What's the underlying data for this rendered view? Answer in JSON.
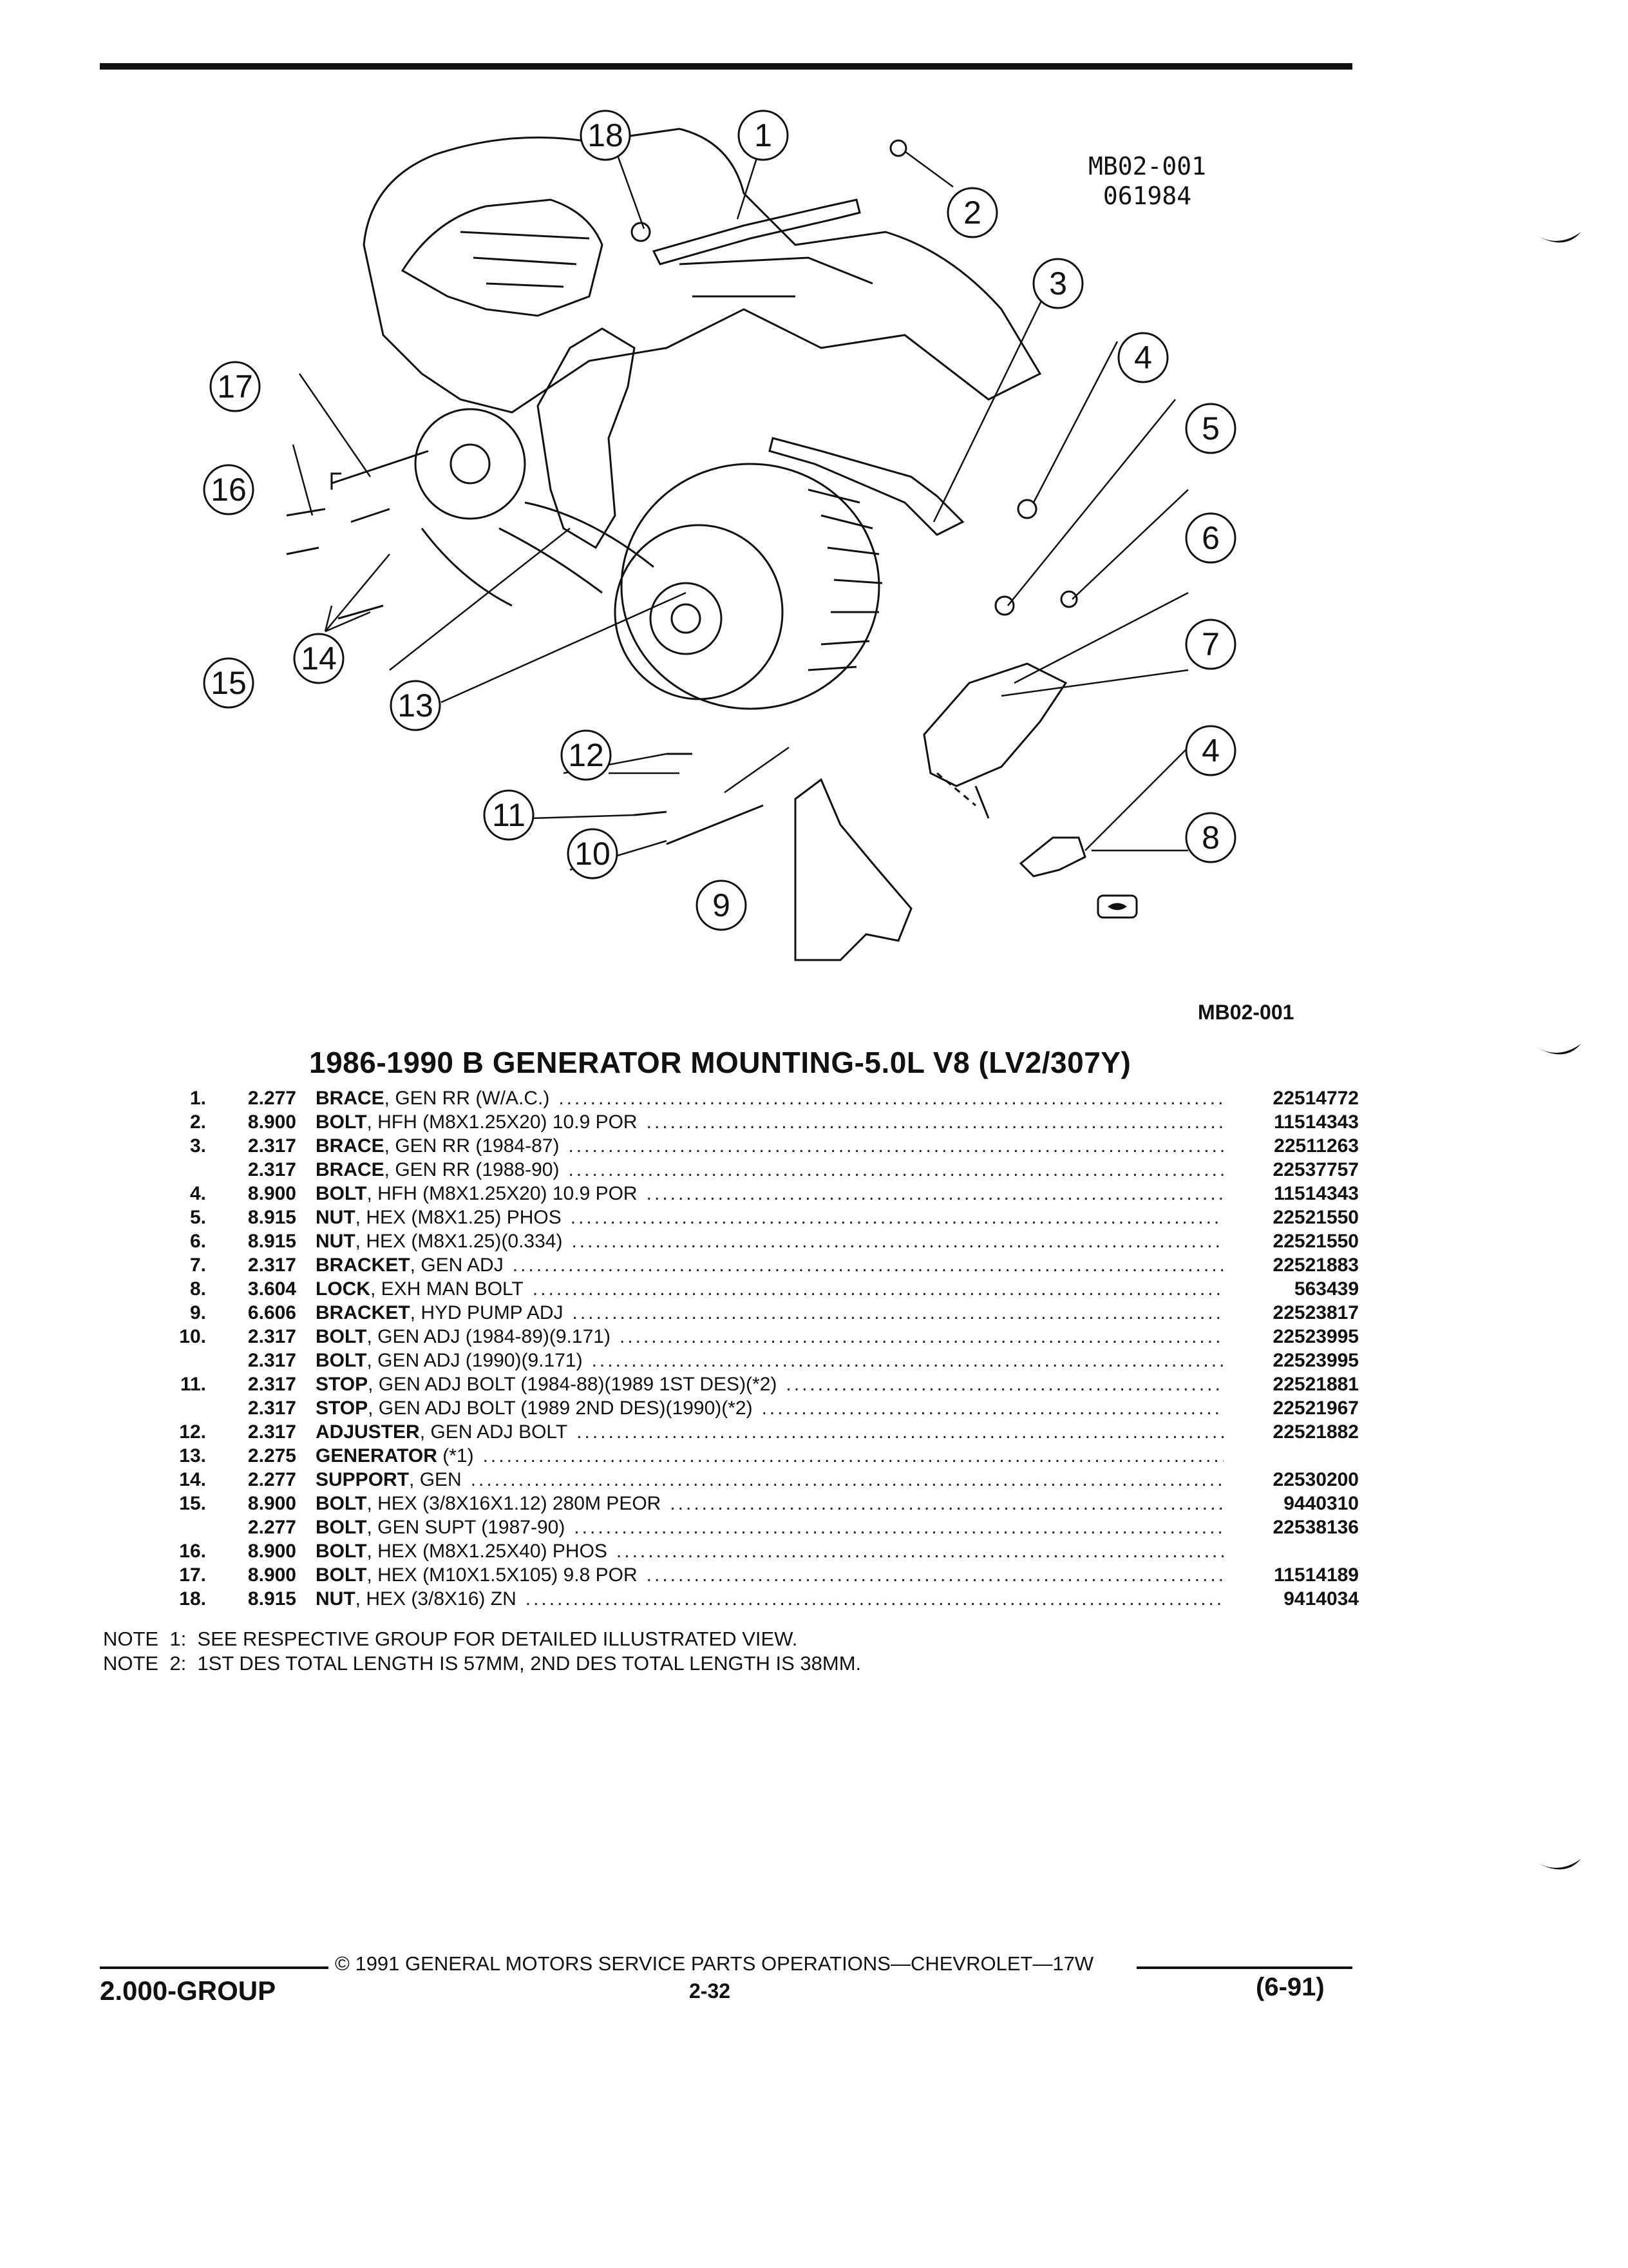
{
  "figure": {
    "id_line1": "MB02-001",
    "id_line2": "061984",
    "ref": "MB02-001",
    "callouts": [
      "1",
      "2",
      "3",
      "4",
      "5",
      "6",
      "7",
      "4",
      "8",
      "9",
      "10",
      "11",
      "12",
      "13",
      "14",
      "15",
      "16",
      "17",
      "18"
    ]
  },
  "title": "1986-1990 B GENERATOR MOUNTING-5.0L V8 (LV2/307Y)",
  "parts": [
    {
      "num": "1.",
      "group": "2.277",
      "name": "BRACE",
      "desc": ", GEN RR (W/A.C.)",
      "pn": "22514772"
    },
    {
      "num": "2.",
      "group": "8.900",
      "name": "BOLT",
      "desc": ", HFH (M8X1.25X20) 10.9 POR",
      "pn": "11514343"
    },
    {
      "num": "3.",
      "group": "2.317",
      "name": "BRACE",
      "desc": ", GEN RR (1984-87)",
      "pn": "22511263"
    },
    {
      "num": "",
      "group": "2.317",
      "name": "BRACE",
      "desc": ", GEN RR (1988-90)",
      "pn": "22537757"
    },
    {
      "num": "4.",
      "group": "8.900",
      "name": "BOLT",
      "desc": ", HFH (M8X1.25X20) 10.9 POR",
      "pn": "11514343"
    },
    {
      "num": "5.",
      "group": "8.915",
      "name": "NUT",
      "desc": ", HEX (M8X1.25) PHOS",
      "pn": "22521550"
    },
    {
      "num": "6.",
      "group": "8.915",
      "name": "NUT",
      "desc": ", HEX (M8X1.25)(0.334)",
      "pn": "22521550"
    },
    {
      "num": "7.",
      "group": "2.317",
      "name": "BRACKET",
      "desc": ", GEN ADJ",
      "pn": "22521883"
    },
    {
      "num": "8.",
      "group": "3.604",
      "name": "LOCK",
      "desc": ", EXH MAN BOLT",
      "pn": "563439"
    },
    {
      "num": "9.",
      "group": "6.606",
      "name": "BRACKET",
      "desc": ", HYD PUMP ADJ",
      "pn": "22523817"
    },
    {
      "num": "10.",
      "group": "2.317",
      "name": "BOLT",
      "desc": ", GEN ADJ (1984-89)(9.171)",
      "pn": "22523995"
    },
    {
      "num": "",
      "group": "2.317",
      "name": "BOLT",
      "desc": ", GEN ADJ (1990)(9.171)",
      "pn": "22523995"
    },
    {
      "num": "11.",
      "group": "2.317",
      "name": "STOP",
      "desc": ", GEN ADJ BOLT (1984-88)(1989 1ST DES)(*2)",
      "pn": "22521881"
    },
    {
      "num": "",
      "group": "2.317",
      "name": "STOP",
      "desc": ", GEN ADJ BOLT (1989 2ND DES)(1990)(*2)",
      "pn": "22521967"
    },
    {
      "num": "12.",
      "group": "2.317",
      "name": "ADJUSTER",
      "desc": ", GEN ADJ BOLT",
      "pn": "22521882"
    },
    {
      "num": "13.",
      "group": "2.275",
      "name": "GENERATOR",
      "desc": " (*1)",
      "pn": ""
    },
    {
      "num": "14.",
      "group": "2.277",
      "name": "SUPPORT",
      "desc": ", GEN",
      "pn": "22530200"
    },
    {
      "num": "15.",
      "group": "8.900",
      "name": "BOLT",
      "desc": ", HEX (3/8X16X1.12) 280M PEOR",
      "pn": "9440310"
    },
    {
      "num": "",
      "group": "2.277",
      "name": "BOLT",
      "desc": ", GEN SUPT (1987-90)",
      "pn": "22538136"
    },
    {
      "num": "16.",
      "group": "8.900",
      "name": "BOLT",
      "desc": ", HEX (M8X1.25X40) PHOS",
      "pn": ""
    },
    {
      "num": "17.",
      "group": "8.900",
      "name": "BOLT",
      "desc": ", HEX (M10X1.5X105) 9.8 POR",
      "pn": "11514189"
    },
    {
      "num": "18.",
      "group": "8.915",
      "name": "NUT",
      "desc": ", HEX (3/8X16) ZN",
      "pn": "9414034"
    }
  ],
  "notes": [
    "NOTE  1:  SEE RESPECTIVE GROUP FOR DETAILED ILLUSTRATED VIEW.",
    "NOTE  2:  1ST DES TOTAL LENGTH IS 57MM, 2ND DES TOTAL LENGTH IS 38MM."
  ],
  "footer": {
    "copyright": "© 1991 GENERAL MOTORS SERVICE PARTS OPERATIONS—CHEVROLET—17W",
    "group": "2.000-GROUP",
    "page": "2-32",
    "date": "(6-91)"
  }
}
